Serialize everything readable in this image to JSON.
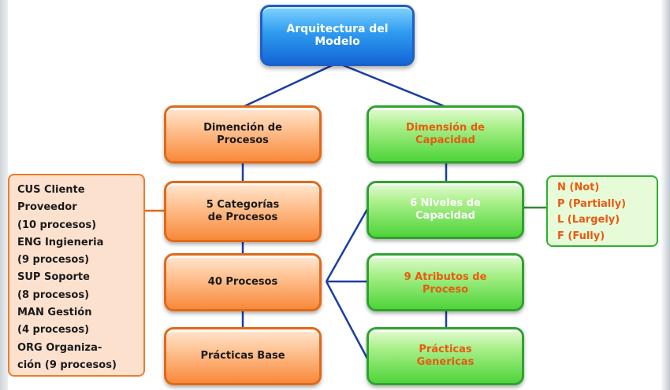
{
  "root": {
    "label": "Arquitectura del\nModelo"
  },
  "left_branch": {
    "title": "Dimención de\nProcesos",
    "categories": "5 Categorías\nde Procesos",
    "processes": "40 Procesos",
    "practices": "Prácticas Base"
  },
  "right_branch": {
    "title": "Dimensión de\nCapacidad",
    "levels": "6 Niveles de\nCapacidad",
    "attributes": "9 Atributos de\nProceso",
    "practices": "Prácticas\nGenericas"
  },
  "process_categories": [
    "CUS Cliente",
    "Proveedor",
    "(10 procesos)",
    "ENG Ingieneria",
    "(9 procesos)",
    "SUP Soporte",
    "(8 procesos)",
    "MAN Gestión",
    "(4 procesos)",
    "ORG Organiza-",
    "ción (9 procesos)"
  ],
  "capability_levels": [
    "N (Not)",
    "P (Partially)",
    "L (Largely)",
    "F (Fully)"
  ],
  "colors": {
    "root": "#1f7fe0",
    "process_dimension": "#f8893a",
    "capability_dimension": "#4ed43a",
    "connector_left": "#1a3fa0",
    "connector_right": "#2f8a2f"
  }
}
